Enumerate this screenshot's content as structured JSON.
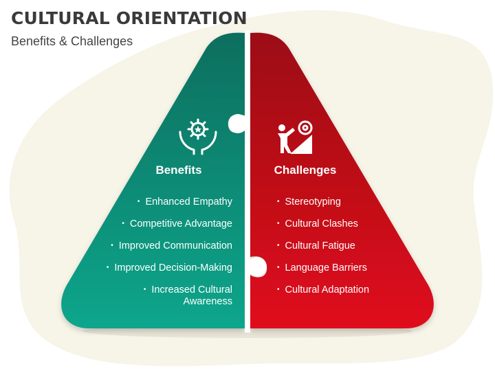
{
  "title": "CULTURAL ORIENTATION",
  "subtitle": "Benefits & Challenges",
  "benefits": {
    "label": "Benefits",
    "icon": "hands-gear-icon",
    "color_top": "#0d6e5e",
    "color_bottom": "#0fa68c",
    "items": [
      "Enhanced Empathy",
      "Competitive Advantage",
      "Improved Communication",
      "Improved Decision-Making",
      "Increased Cultural Awareness"
    ]
  },
  "challenges": {
    "label": "Challenges",
    "icon": "person-pushing-gear-icon",
    "color_top": "#9c0c14",
    "color_bottom": "#e0101c",
    "items": [
      "Stereotyping",
      "Cultural Clashes",
      "Cultural Fatigue",
      "Language Barriers",
      "Cultural Adaptation"
    ]
  },
  "bullet": "•"
}
